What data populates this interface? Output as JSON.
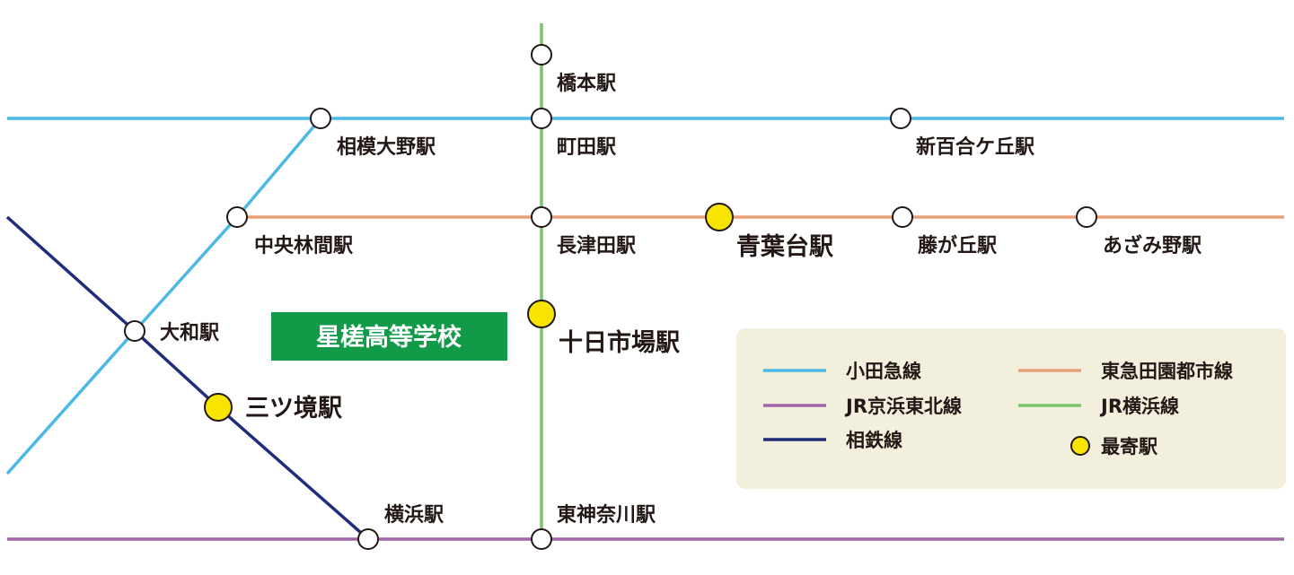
{
  "colors": {
    "odakyu": "#4cb8e6",
    "tokyu_denentoshi": "#e9a07a",
    "keihin_tohoku": "#a264a8",
    "yokohama_line": "#7cc36e",
    "sotetsu": "#1f2d7a",
    "nearest_fill": "#f7e400",
    "school_bg": "#119a48",
    "legend_bg": "#f3efdd"
  },
  "stations": {
    "hashimoto": "橋本駅",
    "machida": "町田駅",
    "sagami_ono": "相模大野駅",
    "shin_yurigaoka": "新百合ケ丘駅",
    "chuo_rinkan": "中央林間駅",
    "nagatsuta": "長津田駅",
    "aobadai": "青葉台駅",
    "fujigaoka": "藤が丘駅",
    "azamino": "あざみ野駅",
    "yamato": "大和駅",
    "mitsukyo": "三ツ境駅",
    "tokaichiba": "十日市場駅",
    "yokohama": "横浜駅",
    "higashi_kanagawa": "東神奈川駅"
  },
  "school": {
    "name": "星槎高等学校"
  },
  "legend": {
    "odakyu": "小田急線",
    "tokyu_denentoshi": "東急田園都市線",
    "keihin_tohoku": "JR京浜東北線",
    "yokohama_line": "JR横浜線",
    "sotetsu": "相鉄線",
    "nearest": "最寄駅"
  }
}
